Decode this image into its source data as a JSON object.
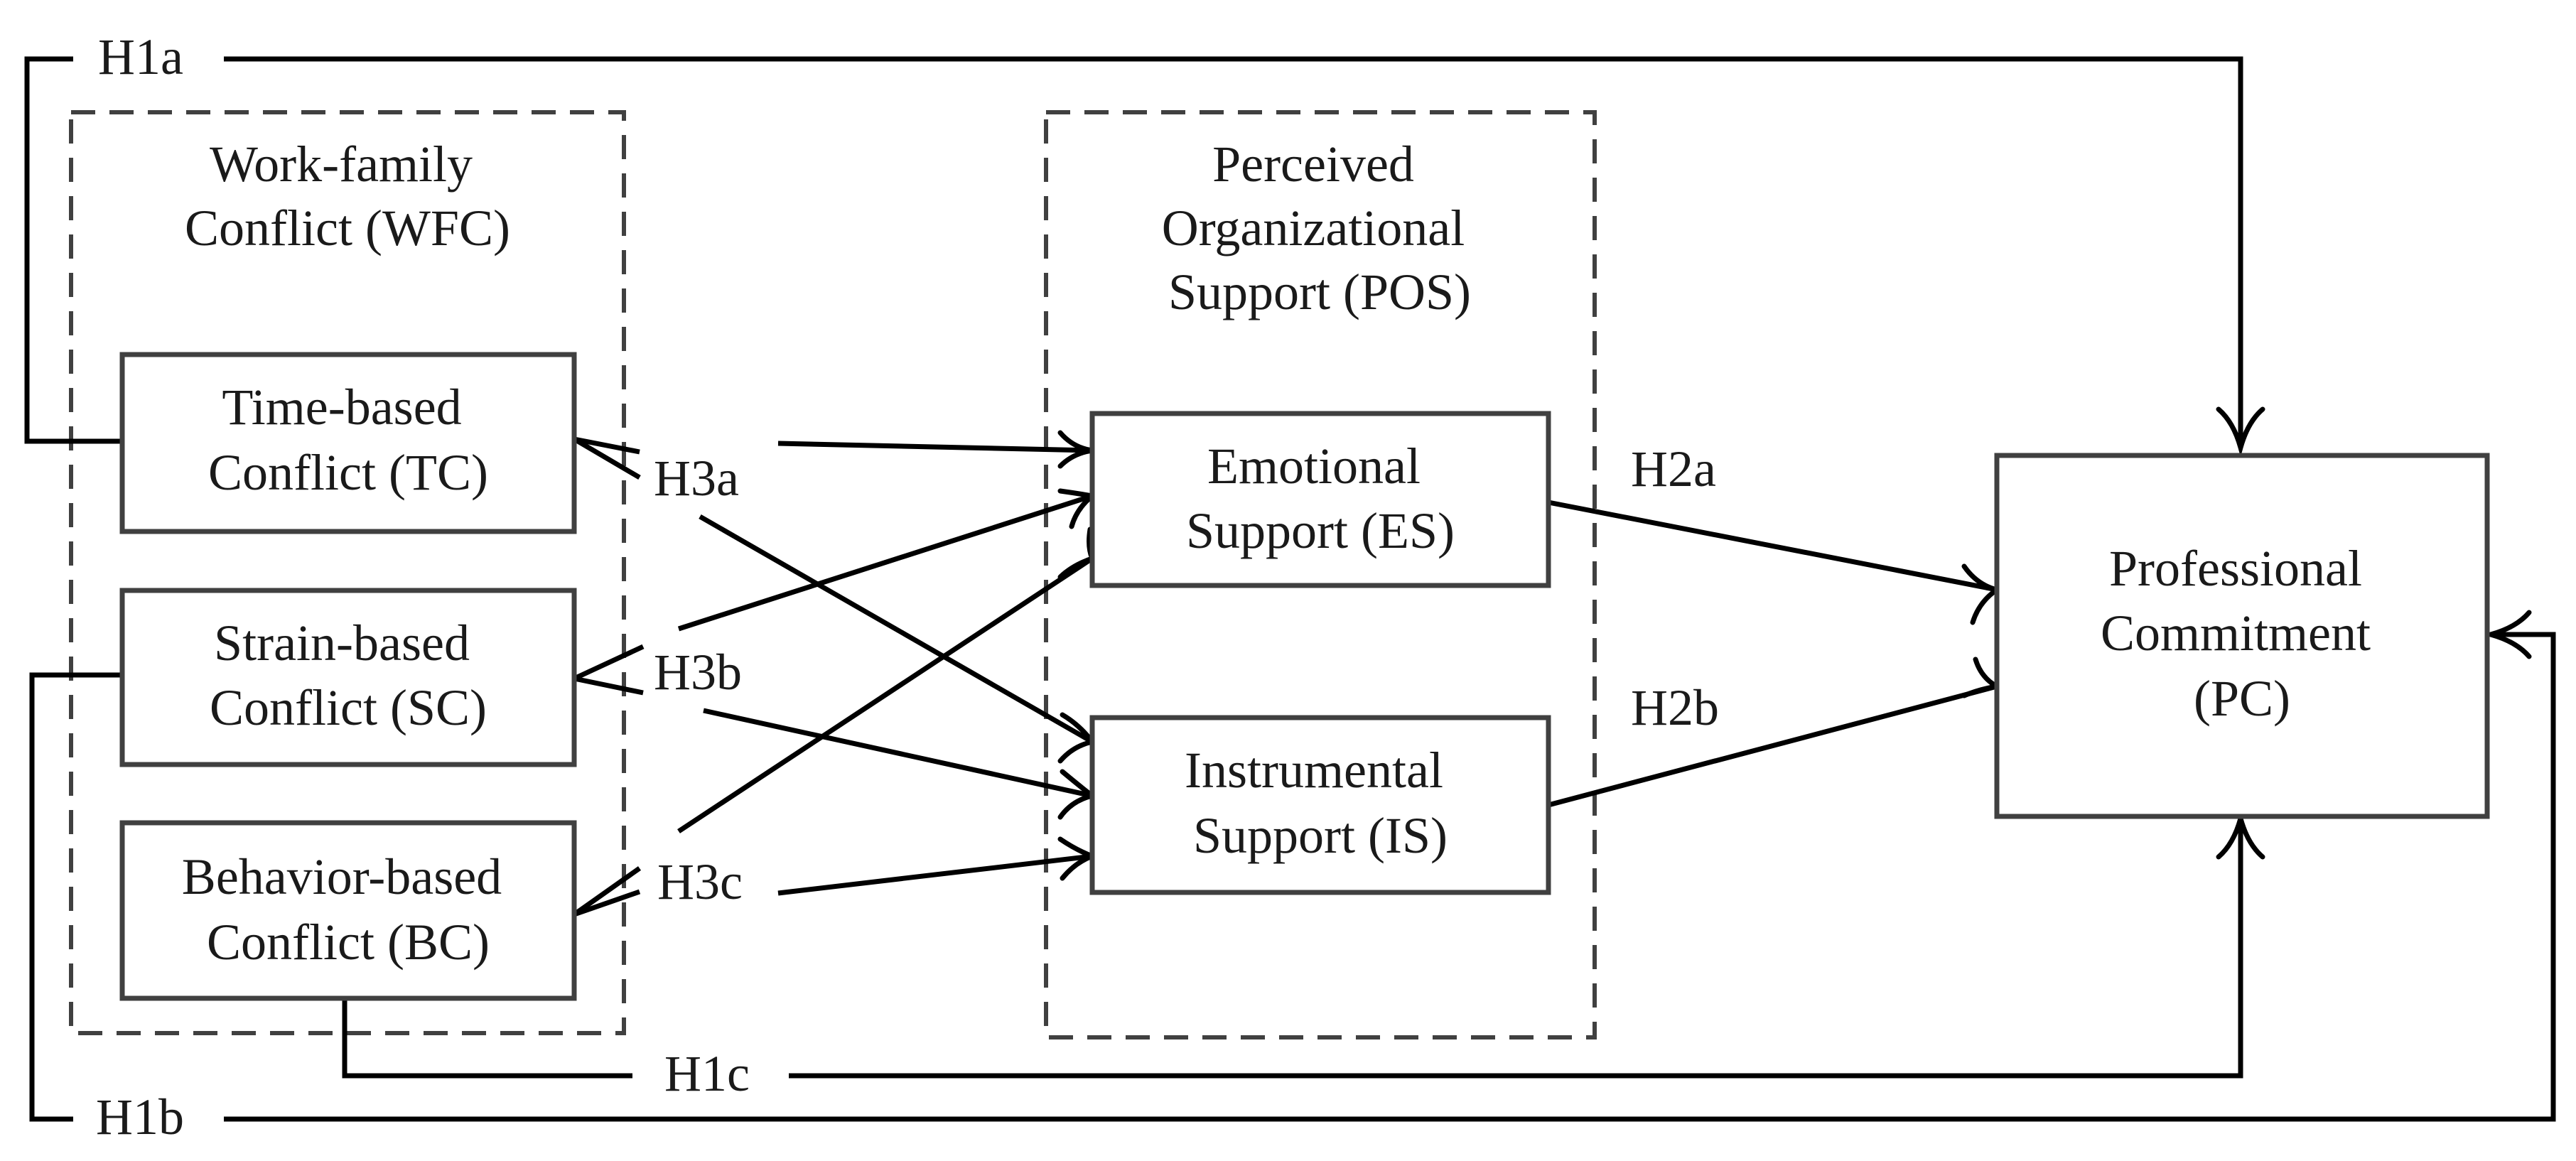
{
  "groups": {
    "wfc": {
      "lines": [
        "Work-family",
        "Conflict (WFC)"
      ]
    },
    "pos": {
      "lines": [
        "Perceived",
        "Organizational",
        "Support (POS)"
      ]
    }
  },
  "boxes": {
    "tc": {
      "lines": [
        "Time-based",
        "Conflict (TC)"
      ]
    },
    "sc": {
      "lines": [
        "Strain-based",
        "Conflict (SC)"
      ]
    },
    "bc": {
      "lines": [
        "Behavior-based",
        "Conflict (BC)"
      ]
    },
    "es": {
      "lines": [
        "Emotional",
        "Support (ES)"
      ]
    },
    "is": {
      "lines": [
        "Instrumental",
        "Support (IS)"
      ]
    },
    "pc": {
      "lines": [
        "Professional",
        "Commitment",
        "(PC)"
      ]
    }
  },
  "hypotheses": {
    "h1a": "H1a",
    "h1b": "H1b",
    "h1c": "H1c",
    "h2a": "H2a",
    "h2b": "H2b",
    "h3a": "H3a",
    "h3b": "H3b",
    "h3c": "H3c"
  },
  "colors": {
    "line": "#000000",
    "box_border": "#404040",
    "text": "#1a1a1a",
    "background": "#ffffff"
  }
}
